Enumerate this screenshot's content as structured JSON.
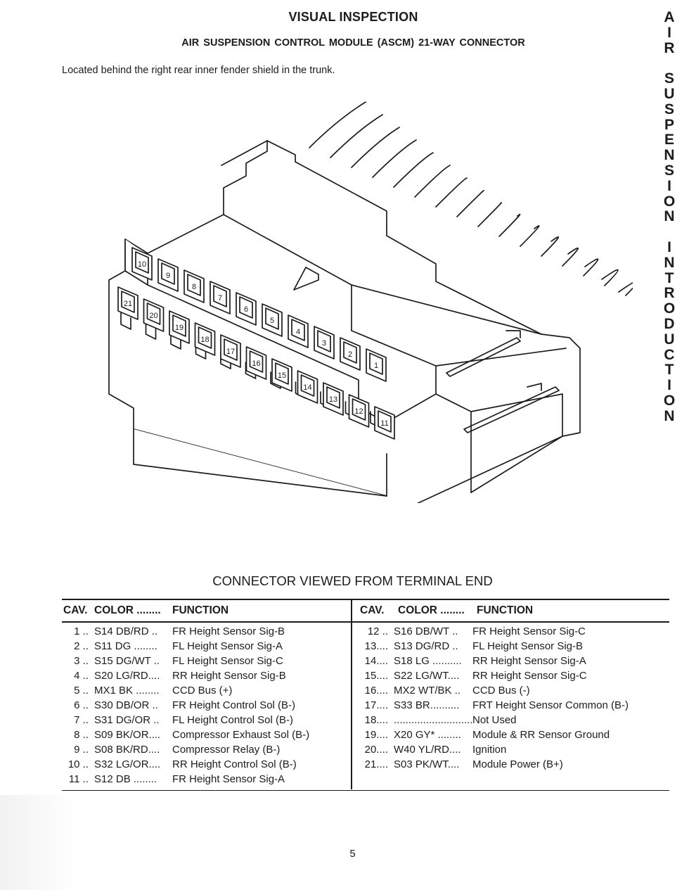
{
  "header": {
    "title": "VISUAL INSPECTION",
    "subtitle": "AIR  SUSPENSION CONTROL MODULE (ASCM) 21-WAY CONNECTOR",
    "location": "Located behind the right rear inner fender shield in the trunk."
  },
  "side_tab": {
    "words": [
      "AIR",
      "SUSPENSION",
      "INTRODUCTION"
    ]
  },
  "diagram": {
    "upper_cavities": [
      "10",
      "9",
      "8",
      "7",
      "6",
      "5",
      "4",
      "3",
      "2",
      "1"
    ],
    "lower_cavities": [
      "21",
      "20",
      "19",
      "18",
      "17",
      "16",
      "15",
      "14",
      "13",
      "12",
      "11"
    ]
  },
  "caption": "CONNECTOR VIEWED FROM TERMINAL END",
  "table": {
    "headers": {
      "cav": "CAV.",
      "color": "COLOR ........",
      "function": "FUNCTION"
    },
    "left": [
      {
        "cav": "1 ..",
        "color": "S14 DB/RD ..",
        "function": "FR Height Sensor Sig-B"
      },
      {
        "cav": "2 ..",
        "color": "S11 DG ........",
        "function": "FL Height Sensor Sig-A"
      },
      {
        "cav": "3 ..",
        "color": "S15 DG/WT ..",
        "function": "FL Height Sensor Sig-C"
      },
      {
        "cav": "4 ..",
        "color": "S20 LG/RD....",
        "function": "RR Height Sensor Sig-B"
      },
      {
        "cav": "5 ..",
        "color": "MX1 BK ........",
        "function": "CCD Bus (+)"
      },
      {
        "cav": "6 ..",
        "color": "S30 DB/OR ..",
        "function": "FR Height Control Sol (B-)"
      },
      {
        "cav": "7 ..",
        "color": "S31 DG/OR ..",
        "function": "FL Height Control Sol (B-)"
      },
      {
        "cav": "8 ..",
        "color": "S09 BK/OR....",
        "function": "Compressor Exhaust Sol (B-)"
      },
      {
        "cav": "9 ..",
        "color": "S08 BK/RD....",
        "function": "Compressor Relay (B-)"
      },
      {
        "cav": "10 ..",
        "color": "S32 LG/OR....",
        "function": "RR Height Control Sol (B-)"
      },
      {
        "cav": "11 ..",
        "color": "S12 DB ........",
        "function": "FR Height Sensor Sig-A"
      }
    ],
    "right": [
      {
        "cav": "12 ..",
        "color": "S16 DB/WT ..",
        "function": "FR Height Sensor Sig-C"
      },
      {
        "cav": "13....",
        "color": "S13 DG/RD ..",
        "function": "FL Height Sensor Sig-B"
      },
      {
        "cav": "14....",
        "color": "S18 LG ..........",
        "function": "RR Height Sensor Sig-A"
      },
      {
        "cav": "15....",
        "color": "S22 LG/WT....",
        "function": "RR Height Sensor Sig-C"
      },
      {
        "cav": "16....",
        "color": "MX2 WT/BK ..",
        "function": "CCD Bus (-)"
      },
      {
        "cav": "17....",
        "color": "S33 BR..........",
        "function": "FRT Height Sensor Common (B-)"
      },
      {
        "cav": "18....",
        "color": "...........................",
        "function": "Not Used"
      },
      {
        "cav": "19....",
        "color": "X20 GY* ........",
        "function": "Module & RR Sensor Ground"
      },
      {
        "cav": "20....",
        "color": "W40 YL/RD....",
        "function": "Ignition"
      },
      {
        "cav": "21....",
        "color": "S03 PK/WT....",
        "function": "Module Power (B+)"
      }
    ]
  },
  "page_number": "5",
  "colors": {
    "ink": "#1c1c1c",
    "paper": "#ffffff"
  }
}
